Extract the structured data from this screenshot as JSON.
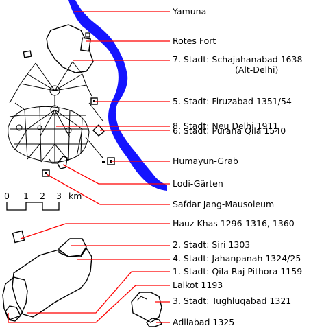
{
  "labels": {
    "yamuna": "Yamuna",
    "rotes_fort": "Rotes Fort",
    "shahjahanabad_1": "7. Stadt: Schajahanabad 1638",
    "shahjahanabad_2": "(Alt-Delhi)",
    "firuzabad": "5. Stadt: Firuzabad 1351/54",
    "neu_delhi": "8. Stadt: Neu Delhi 1911",
    "purana_qila": "6. Stadt: Purana Qila 1540",
    "humayun": "Humayun-Grab",
    "lodi": "Lodi-Gärten",
    "safdar_jang": "Safdar Jang-Mausoleum",
    "hauz_khas": "Hauz Khas 1296-1316, 1360",
    "siri": "2. Stadt: Siri 1303",
    "jahanpanah": "4. Stadt: Jahanpanah 1324/25",
    "qila_rai_pithora": "1. Stadt: Qila Raj Pithora 1159",
    "lalkot": "Lalkot 1193",
    "tughluqabad": "3. Stadt: Tughluqabad 1321",
    "adilabad": "Adilabad 1325"
  },
  "scale": {
    "ticks": [
      "0",
      "1",
      "2",
      "3"
    ],
    "unit": "km"
  },
  "colors": {
    "river": "#1414ff",
    "leader_lines": "#ff0000",
    "outlines": "#000000"
  }
}
